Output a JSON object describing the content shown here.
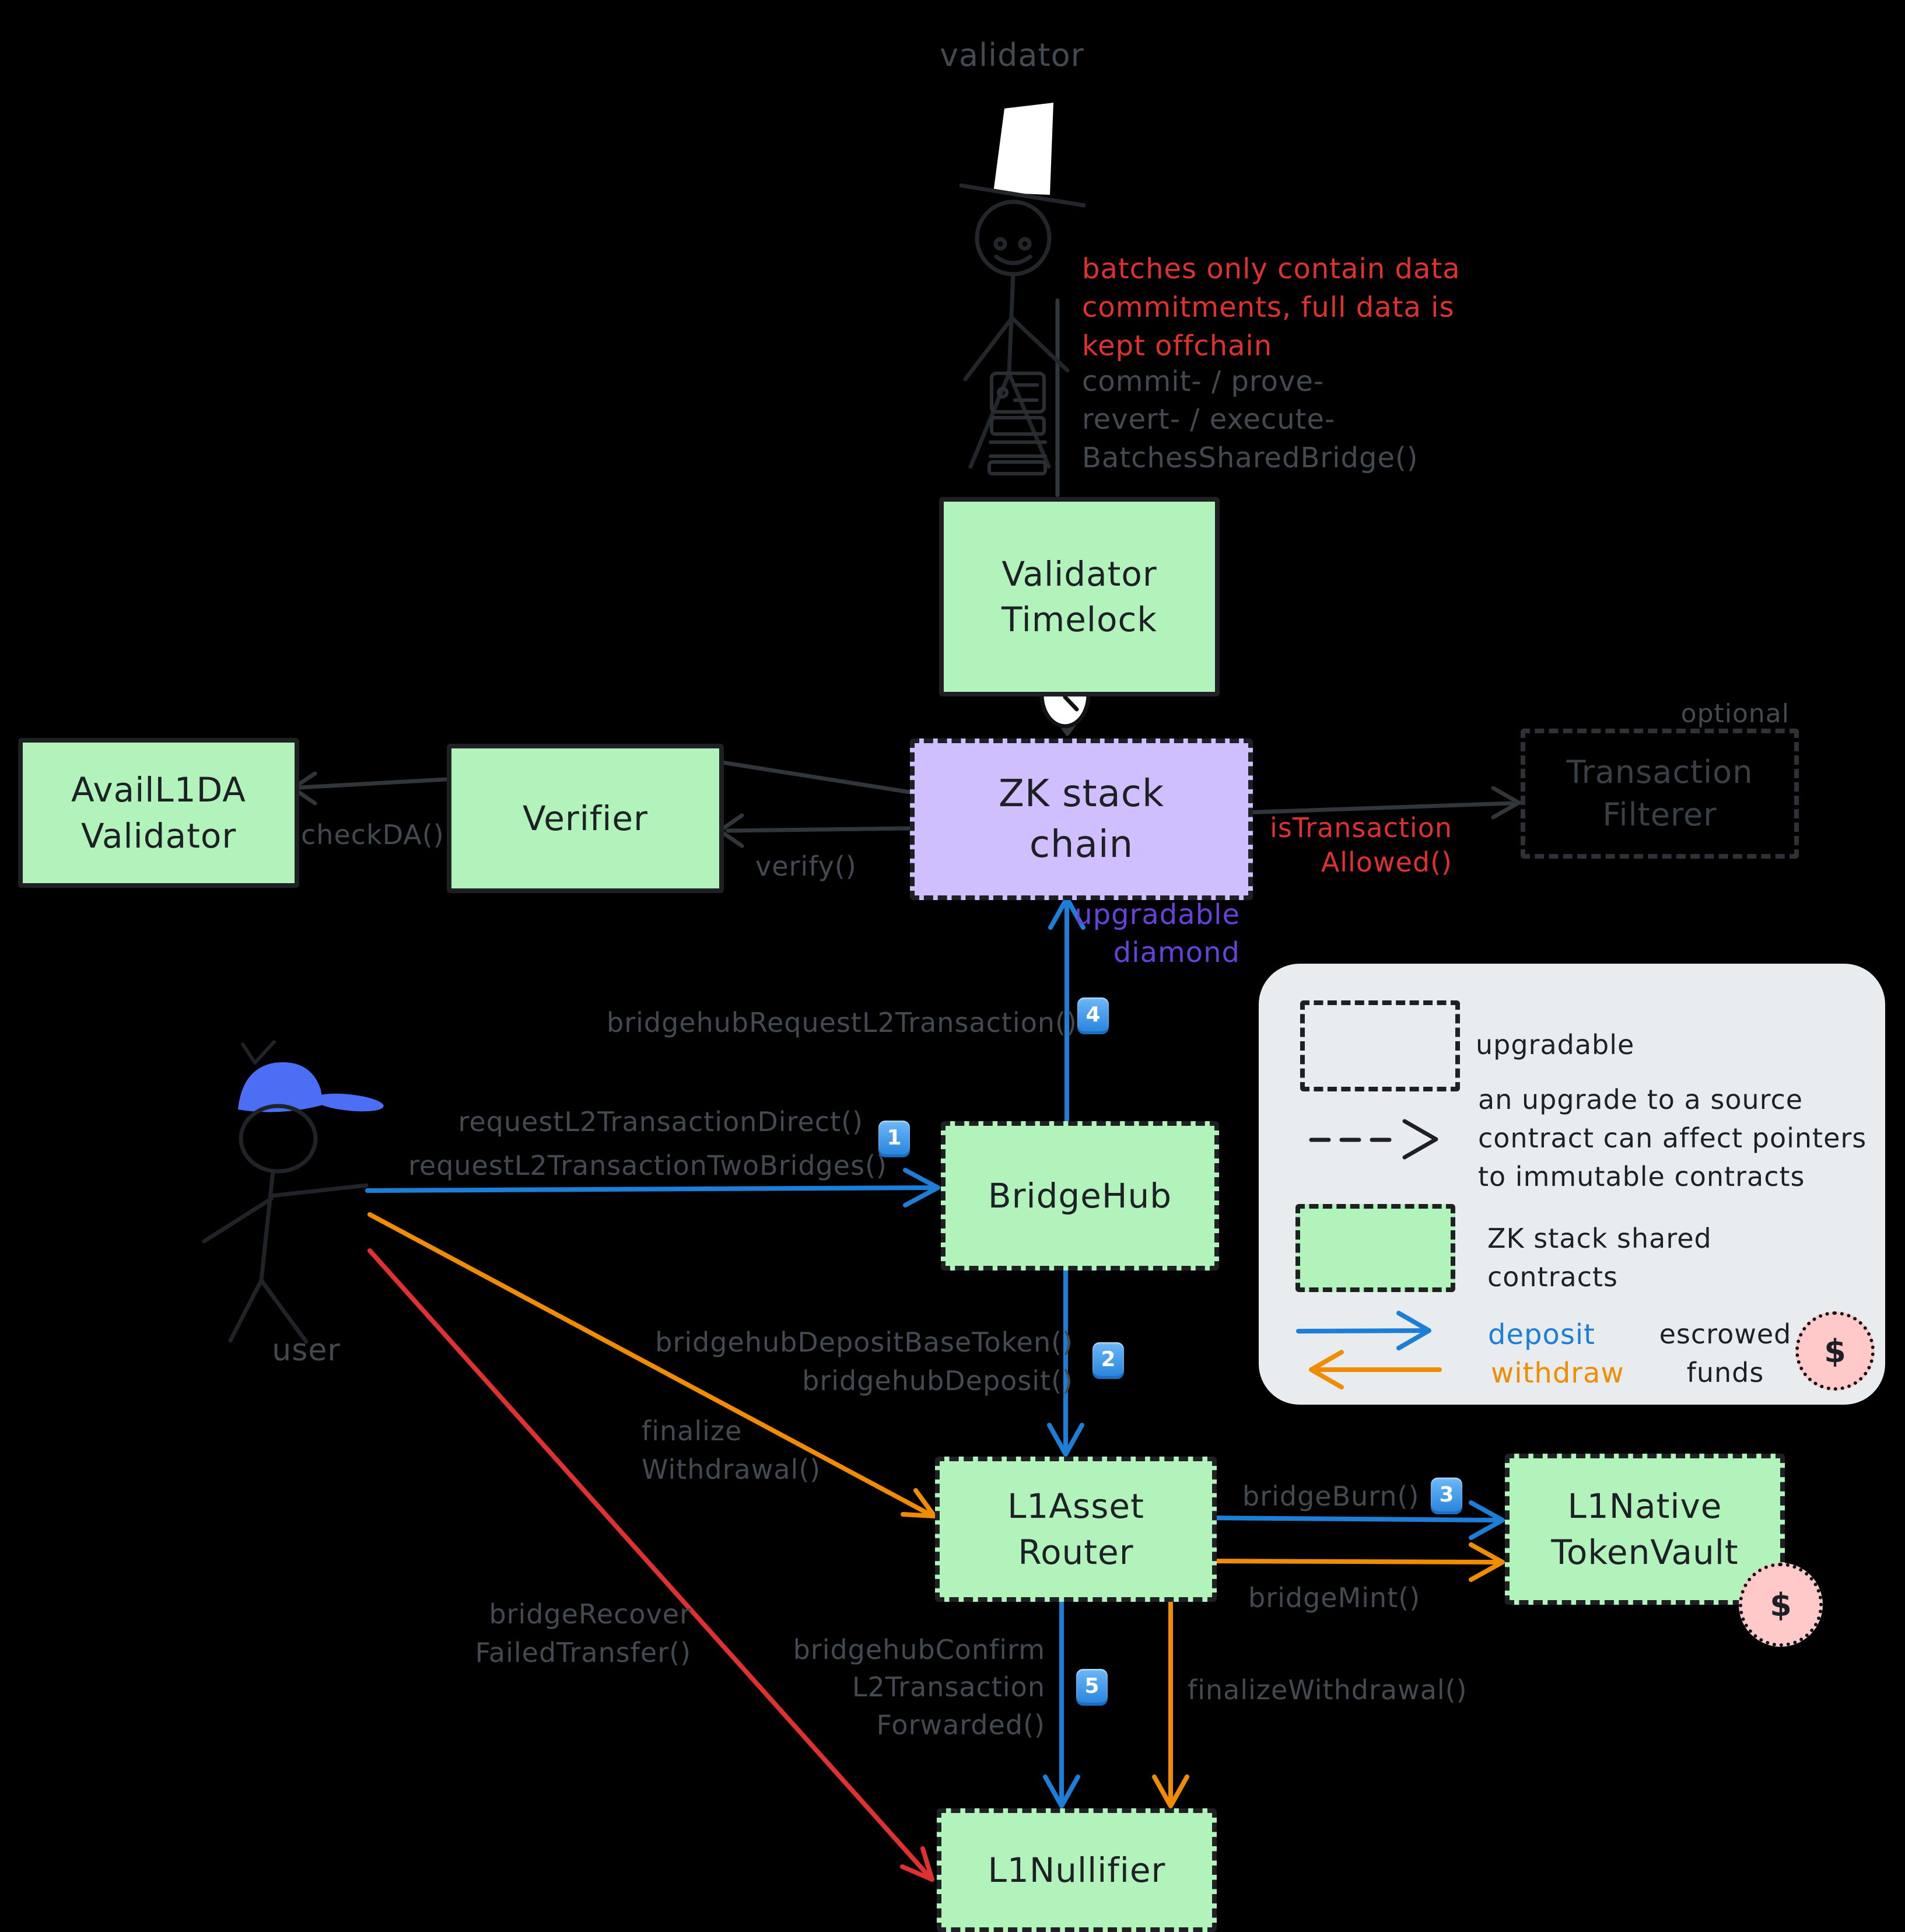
{
  "colors": {
    "background": "#000000",
    "shared_contract_green": "#b2f2bb",
    "diamond_purple": "#d0bfff",
    "deposit_blue": "#1c7ed6",
    "withdraw_orange": "#f08c00",
    "alert_red": "#e03131",
    "escrow_pink": "#ffc9c9",
    "legend_bg": "#e9ecef",
    "purple_text": "#6741d9",
    "gray_text": "#434a51"
  },
  "actors": {
    "validator": {
      "label": "validator"
    },
    "user": {
      "label": "user"
    }
  },
  "nodes": {
    "avail": {
      "label": "AvailL1DA\nValidator"
    },
    "verifier": {
      "label": "Verifier"
    },
    "timelock": {
      "label": "Validator\nTimelock"
    },
    "zk": {
      "label": "ZK stack\nchain"
    },
    "filterer": {
      "label": "Transaction\nFilterer"
    },
    "bridgehub": {
      "label": "BridgeHub"
    },
    "router": {
      "label": "L1Asset\nRouter"
    },
    "vault": {
      "label": "L1Native\nTokenVault"
    },
    "nullifier": {
      "label": "L1Nullifier"
    }
  },
  "notes": {
    "batches_red": "batches only contain data\ncommitments, full data is\nkept offchain",
    "batch_methods": "commit- / prove-\nrevert- / execute-\nBatchesSharedBridge()",
    "check_da": "checkDA()",
    "verify": "verify()",
    "is_transaction_allowed": "isTransaction\nAllowed()",
    "optional": "optional",
    "upgradable_diamond": "upgradable\ndiamond",
    "bridgehub_request": "bridgehubRequestL2Transaction()",
    "request_l2": "requestL2TransactionDirect()\nrequestL2TransactionTwoBridges()",
    "bridgehub_deposit": "bridgehubDepositBaseToken()\nbridgehubDeposit()",
    "finalize_withdrawal_user": "finalize\nWithdrawal()",
    "bridge_burn": "bridgeBurn()",
    "bridge_mint": "bridgeMint()",
    "bridgehub_confirm": "bridgehubConfirm\nL2Transaction\nForwarded()",
    "finalize_withdrawal": "finalizeWithdrawal()",
    "bridge_recover": "bridgeRecover\nFailedTransfer()"
  },
  "badges": {
    "b1": "1",
    "b2": "2",
    "b3": "3",
    "b4": "4",
    "b5": "5"
  },
  "legend": {
    "upgradable": "upgradable",
    "upgrade_note": "an upgrade to a source\ncontract can affect pointers\nto immutable contracts",
    "shared": "ZK stack shared\ncontracts",
    "deposit": "deposit",
    "withdraw": "withdraw",
    "escrowed": "escrowed\nfunds"
  },
  "misc": {
    "dollar": "$"
  }
}
